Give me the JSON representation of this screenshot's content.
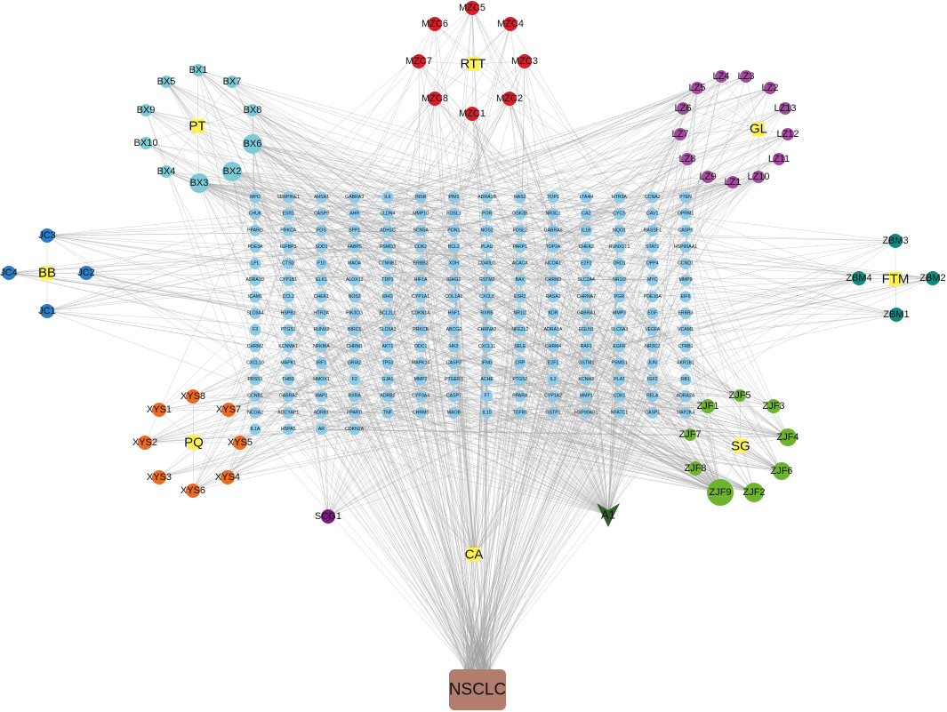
{
  "colors": {
    "hub": "#fff44f",
    "target": "#8dcbe9",
    "edge": "#9c9c9c"
  },
  "network": {
    "herbs": [
      {
        "label": "RTT",
        "color": "#d51f2b",
        "compounds": [
          "MZC1",
          "MZC2",
          "MZC3",
          "MZC4",
          "MZC5",
          "MZC6",
          "MZC7",
          "MZC8"
        ]
      },
      {
        "label": "PT",
        "color": "#7ccad6",
        "compounds": [
          "BX1",
          "BX2",
          "BX3",
          "BX4",
          "BX5",
          "BX6",
          "BX7",
          "BX8",
          "BX9",
          "BX10"
        ]
      },
      {
        "label": "GL",
        "color": "#a24a9d",
        "compounds": [
          "LZ1",
          "LZ2",
          "LZ3",
          "LZ4",
          "LZ5",
          "LZ6",
          "LZ7",
          "LZ8",
          "LZ9",
          "LZ10",
          "LZ11",
          "LZ12",
          "LZ13"
        ]
      },
      {
        "label": "BB",
        "color": "#2b7ec3",
        "compounds": [
          "JC1",
          "JC2",
          "JC3",
          "JC4"
        ]
      },
      {
        "label": "FTM",
        "color": "#0f8b7d",
        "compounds": [
          "ZBM1",
          "ZBM2",
          "ZBM3",
          "ZBM4"
        ]
      },
      {
        "label": "PQ",
        "color": "#ea6a22",
        "compounds": [
          "XYS1",
          "XYS2",
          "XYS3",
          "XYS4",
          "XYS5",
          "XYS6",
          "XYS7",
          "XYS8"
        ]
      },
      {
        "label": "SG",
        "color": "#6db42e",
        "compounds": [
          "ZJF1",
          "ZJF2",
          "ZJF3",
          "ZJF4",
          "ZJF5",
          "ZJF6",
          "ZJF7",
          "ZJF8",
          "ZJF9"
        ]
      }
    ],
    "other_compounds": [
      {
        "label": "SCG1",
        "color": "#7a1a7e"
      },
      {
        "label": "A1",
        "color": "#2f5f2f"
      }
    ],
    "hub": {
      "label": "CA"
    },
    "targets": [
      "MPO",
      "SERPINE1",
      "AHSA1",
      "GABRA3",
      "IL6",
      "INSR",
      "PIM1",
      "ADRA1B",
      "HAS2",
      "TOP1",
      "LTA4H",
      "HTR3A",
      "CCNA2",
      "PTEN",
      "CHUK",
      "ESR1",
      "CASP9",
      "AHR",
      "CLDN4",
      "MMP10",
      "FOSL1",
      "POR",
      "GSK3B",
      "NR3C1",
      "CA2",
      "CYCS",
      "CAV1",
      "OPRM1",
      "PPARG",
      "PRKCA",
      "FOS",
      "SPP1",
      "ADH1C",
      "SCN5A",
      "PON1",
      "NOS2",
      "FOSL2",
      "GABRA5",
      "IL1B",
      "NQO1",
      "RASSF1",
      "CASP8",
      "PDE3A",
      "IGFBP3",
      "SOD1",
      "FABP5",
      "PSMD3",
      "CDK2",
      "BCL2",
      "PLAU",
      "PARP1",
      "TOP2A",
      "CHEK2",
      "RUNX1T1",
      "STAT1",
      "HSP90AA1",
      "LPL",
      "CTSD",
      "F10",
      "MAOA",
      "CTNNB1",
      "ERBB2",
      "XDH",
      "CD40LG",
      "ACACA",
      "NCOA1",
      "E2F2",
      "DRD1",
      "DPP4",
      "CCND1",
      "ADRA1D",
      "CYP1B1",
      "ELK1",
      "ALOX12",
      "TDP1",
      "HIF1A",
      "IGHG1",
      "GSTM2",
      "BAX",
      "CHRM3",
      "SLC2A4",
      "NR1I3",
      "MYC",
      "MMP9",
      "ICAM1",
      "CCL2",
      "CHEK1",
      "NOS3",
      "RHO",
      "CYP1A1",
      "COL1A1",
      "CXCL8",
      "ESR2",
      "RASA1",
      "CHRNA7",
      "PGR",
      "PDE10A",
      "EIF6",
      "SLC6A4",
      "HSPB1",
      "HTR2A",
      "PIK3CG",
      "BCL2L1",
      "CDKN1A",
      "HSF1",
      "RXRB",
      "NR1I2",
      "KDR",
      "GABRA1",
      "MMP3",
      "EGF",
      "ERBB3",
      "F3",
      "PTGS1",
      "RUNX2",
      "BIRC5",
      "SLC6A2",
      "PRKCB",
      "ABCG2",
      "CHRNA2",
      "NFE2L2",
      "ADRA1A",
      "EGLN1",
      "SLC6A3",
      "VEGFA",
      "VCAM1",
      "CHRM2",
      "KCNMA1",
      "NFKBIA",
      "CHRM1",
      "AKT1",
      "ODC1",
      "HK2",
      "CXCL11",
      "SELE",
      "CHRM4",
      "RAF1",
      "EGFR",
      "NR3C2",
      "CTRB1",
      "CXCL10",
      "MAPK1",
      "IRF1",
      "GRIA2",
      "TP53",
      "MAPK14",
      "CASP3",
      "IFNG",
      "CRP",
      "E2F1",
      "GSTM1",
      "PSMG1",
      "JUN",
      "AKR1B1",
      "PRSS1",
      "THBD",
      "HMOX1",
      "F2",
      "GJA1",
      "MMP2",
      "PTGER3",
      "ACHE",
      "PTGS2",
      "IL2",
      "KCNH2",
      "PLAT",
      "IGF2",
      "RB1",
      "CCNB1",
      "GABRA2",
      "MAP2",
      "RXRA",
      "ADRB2",
      "CYP3A4",
      "CASP7",
      "F7",
      "PPARA",
      "CYP1A2",
      "MMP1",
      "CDK1",
      "RELA",
      "ADRA2A",
      "NCOA2",
      "ADCYAP1",
      "ADRB1",
      "PPARD",
      "TNF",
      "CHRM5",
      "MAOB",
      "IL10",
      "TGFB1",
      "GSTP1",
      "HSP90AB1",
      "NFATC1",
      "CASP1",
      "MAP2K4",
      "IL1A",
      "HSPA5",
      "AR",
      "CDKN2A"
    ],
    "disease": {
      "label": "NSCLC",
      "color": "#b27d6d"
    }
  }
}
